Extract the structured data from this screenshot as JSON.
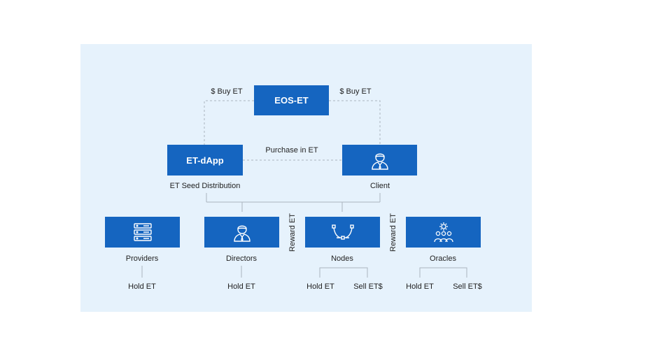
{
  "nodes": {
    "eos_et": "EOS-ET",
    "et_dapp": "ET-dApp"
  },
  "labels": {
    "buy_left": "$ Buy ET",
    "buy_right": "$ Buy ET",
    "purchase": "Purchase in ET",
    "seed": "ET Seed Distribution",
    "client": "Client",
    "providers": "Providers",
    "directors": "Directors",
    "nodes": "Nodes",
    "oracles": "Oracles",
    "reward_1": "Reward ET",
    "reward_2": "Reward ET"
  },
  "actions": {
    "providers_hold": "Hold ET",
    "directors_hold": "Hold ET",
    "nodes_hold": "Hold ET",
    "nodes_sell": "Sell ET$",
    "oracles_hold": "Hold ET",
    "oracles_sell": "Sell ET$"
  },
  "icons": {
    "client": "person-icon",
    "providers": "server-icon",
    "directors": "person-icon",
    "nodes": "bezier-curve-icon",
    "oracles": "gear-people-icon"
  },
  "colors": {
    "box": "#1565c0",
    "panel": "#e6f2fc",
    "line": "#aab4be"
  }
}
